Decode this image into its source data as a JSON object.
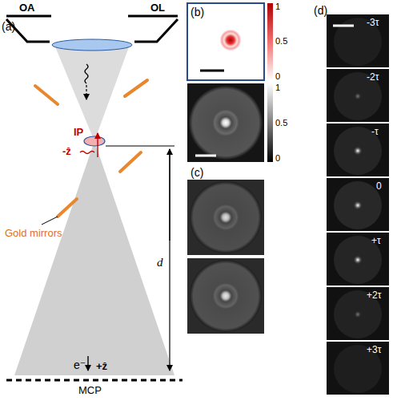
{
  "diagram": {
    "labels": [
      "(a)",
      "OA",
      "OL",
      "IP",
      "-ẑ",
      "+ẑ",
      "e⁻",
      "Gold mirrors",
      "d",
      "MCP",
      "(b)",
      "1",
      "0.5",
      "0",
      "1",
      "0.5",
      "0",
      "(c)",
      "(d)",
      "-3τ",
      "-2τ",
      "-τ",
      "0",
      "+τ",
      "+2τ",
      "+3τ"
    ]
  }
}
